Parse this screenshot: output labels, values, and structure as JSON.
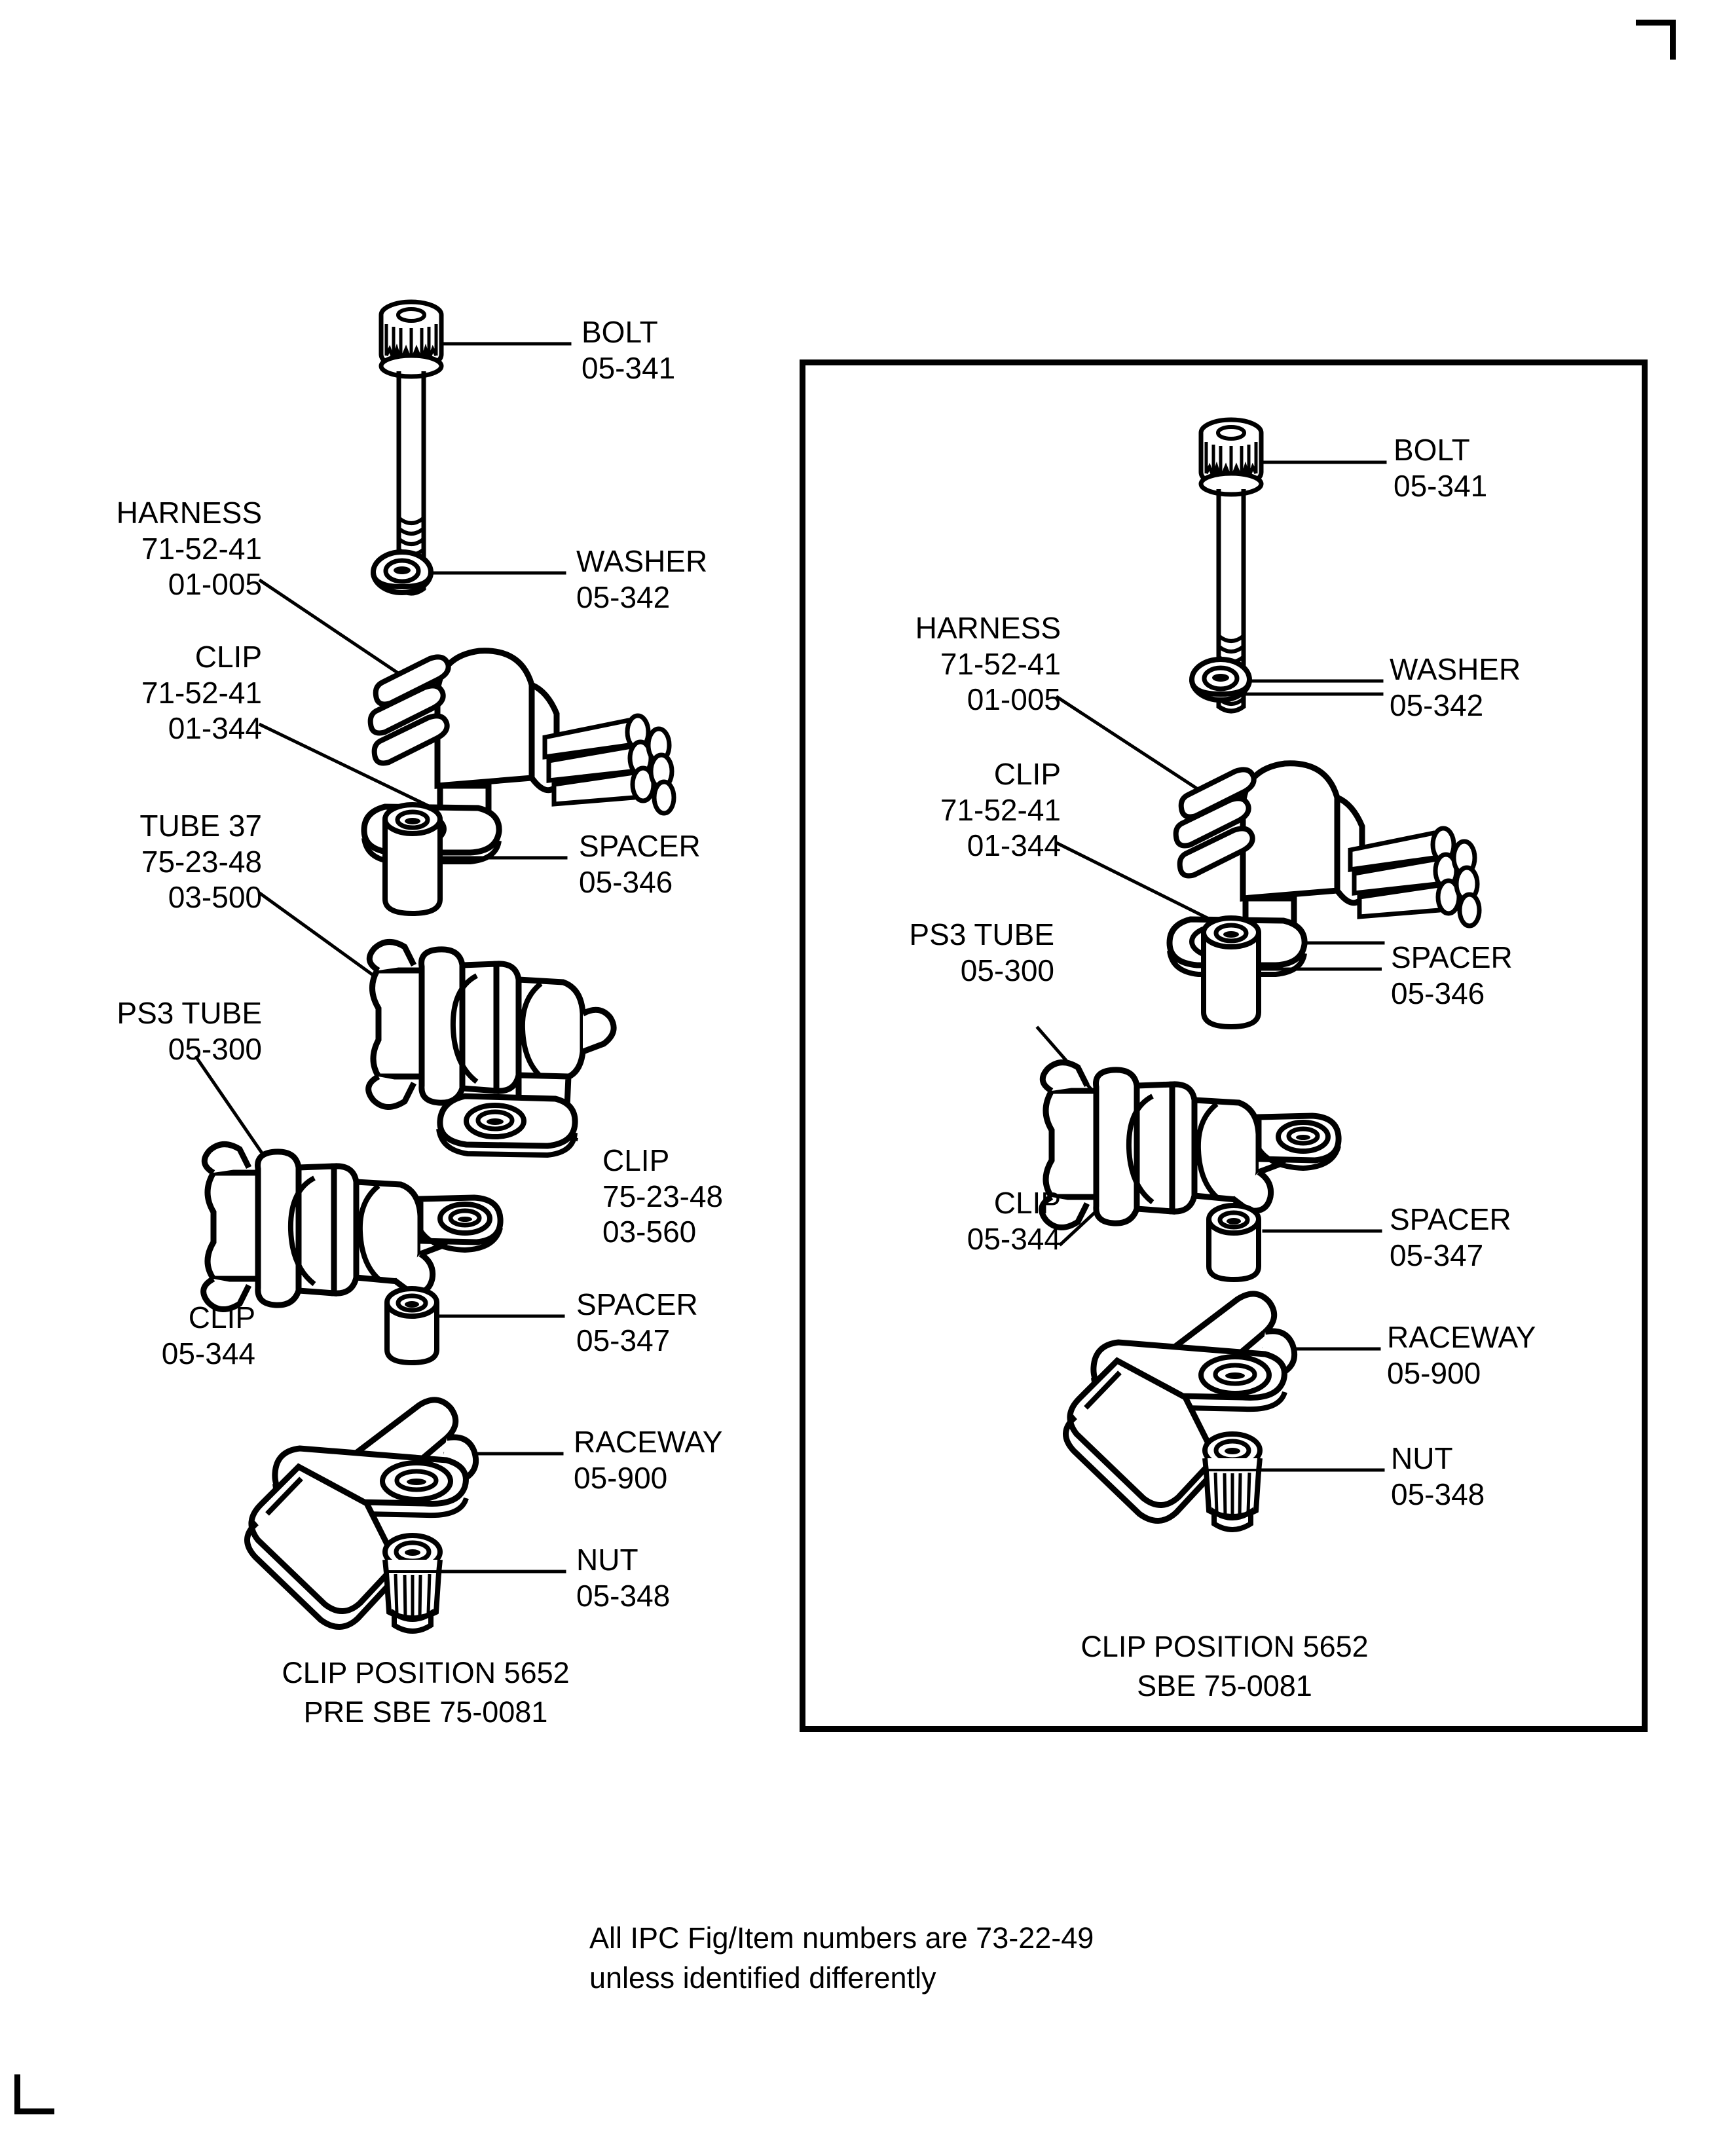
{
  "document": {
    "doc_id": "ded0005249",
    "footer_note_line1": "All IPC Fig/Item numbers are 73-22-49",
    "footer_note_line2": "unless identified differently"
  },
  "variants": {
    "left": {
      "caption_line1": "CLIP POSITION 5652",
      "caption_line2": "PRE SBE 75-0081",
      "labels": {
        "bolt": {
          "title": "BOLT",
          "pn1": "05-341",
          "pn2": ""
        },
        "harness": {
          "title": "HARNESS",
          "pn1": "71-52-41",
          "pn2": "01-005"
        },
        "washer": {
          "title": "WASHER",
          "pn1": "05-342",
          "pn2": ""
        },
        "clip1": {
          "title": "CLIP",
          "pn1": "71-52-41",
          "pn2": "01-344"
        },
        "tube37": {
          "title": "TUBE 37",
          "pn1": "75-23-48",
          "pn2": "03-500"
        },
        "spacer1": {
          "title": "SPACER",
          "pn1": "05-346",
          "pn2": ""
        },
        "ps3tube": {
          "title": "PS3 TUBE",
          "pn1": "05-300",
          "pn2": ""
        },
        "clip2": {
          "title": "CLIP",
          "pn1": "75-23-48",
          "pn2": "03-560"
        },
        "clip3": {
          "title": "CLIP",
          "pn1": "05-344",
          "pn2": ""
        },
        "spacer2": {
          "title": "SPACER",
          "pn1": "05-347",
          "pn2": ""
        },
        "raceway": {
          "title": "RACEWAY",
          "pn1": "05-900",
          "pn2": ""
        },
        "nut": {
          "title": "NUT",
          "pn1": "05-348",
          "pn2": ""
        }
      }
    },
    "right": {
      "caption_line1": "CLIP POSITION 5652",
      "caption_line2": "SBE 75-0081",
      "labels": {
        "bolt": {
          "title": "BOLT",
          "pn1": "05-341",
          "pn2": ""
        },
        "harness": {
          "title": "HARNESS",
          "pn1": "71-52-41",
          "pn2": "01-005"
        },
        "washer": {
          "title": "WASHER",
          "pn1": "05-342",
          "pn2": ""
        },
        "clip1": {
          "title": "CLIP",
          "pn1": "71-52-41",
          "pn2": "01-344"
        },
        "ps3tube": {
          "title": "PS3 TUBE",
          "pn1": "05-300",
          "pn2": ""
        },
        "spacer1": {
          "title": "SPACER",
          "pn1": "05-346",
          "pn2": ""
        },
        "clip2": {
          "title": "CLIP",
          "pn1": "05-344",
          "pn2": ""
        },
        "spacer2": {
          "title": "SPACER",
          "pn1": "05-347",
          "pn2": ""
        },
        "raceway": {
          "title": "RACEWAY",
          "pn1": "05-900",
          "pn2": ""
        },
        "nut": {
          "title": "NUT",
          "pn1": "05-348",
          "pn2": ""
        }
      }
    }
  },
  "colors": {
    "ink": "#000000",
    "paper": "#ffffff"
  }
}
